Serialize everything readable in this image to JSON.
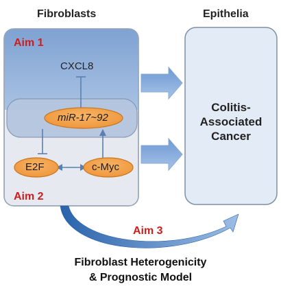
{
  "headers": {
    "fibroblasts": "Fibroblasts",
    "epithelia": "Epithelia"
  },
  "aims": {
    "aim1": "Aim 1",
    "aim2": "Aim 2",
    "aim3": "Aim 3"
  },
  "nodes": {
    "cxcl8": "CXCL8",
    "mirna": "miR-17~92",
    "e2f": "E2F",
    "cmyc": "c-Myc"
  },
  "epithelia_box": {
    "line1": "Colitis-",
    "line2": "Associated",
    "line3": "Cancer"
  },
  "footer": {
    "line1": "Fibroblast Heterogenicity",
    "line2": "& Prognostic Model"
  },
  "colors": {
    "aim_label": "#c8201f",
    "aim1_fill": "#8eaed8",
    "aim2_fill": "#e4e8ef",
    "oval_fill": "#f4a24a",
    "epithelia_fill": "#e2ecf6",
    "arrow_fill": "#7ea6d8",
    "curve_arrow": "#2e6db4"
  }
}
